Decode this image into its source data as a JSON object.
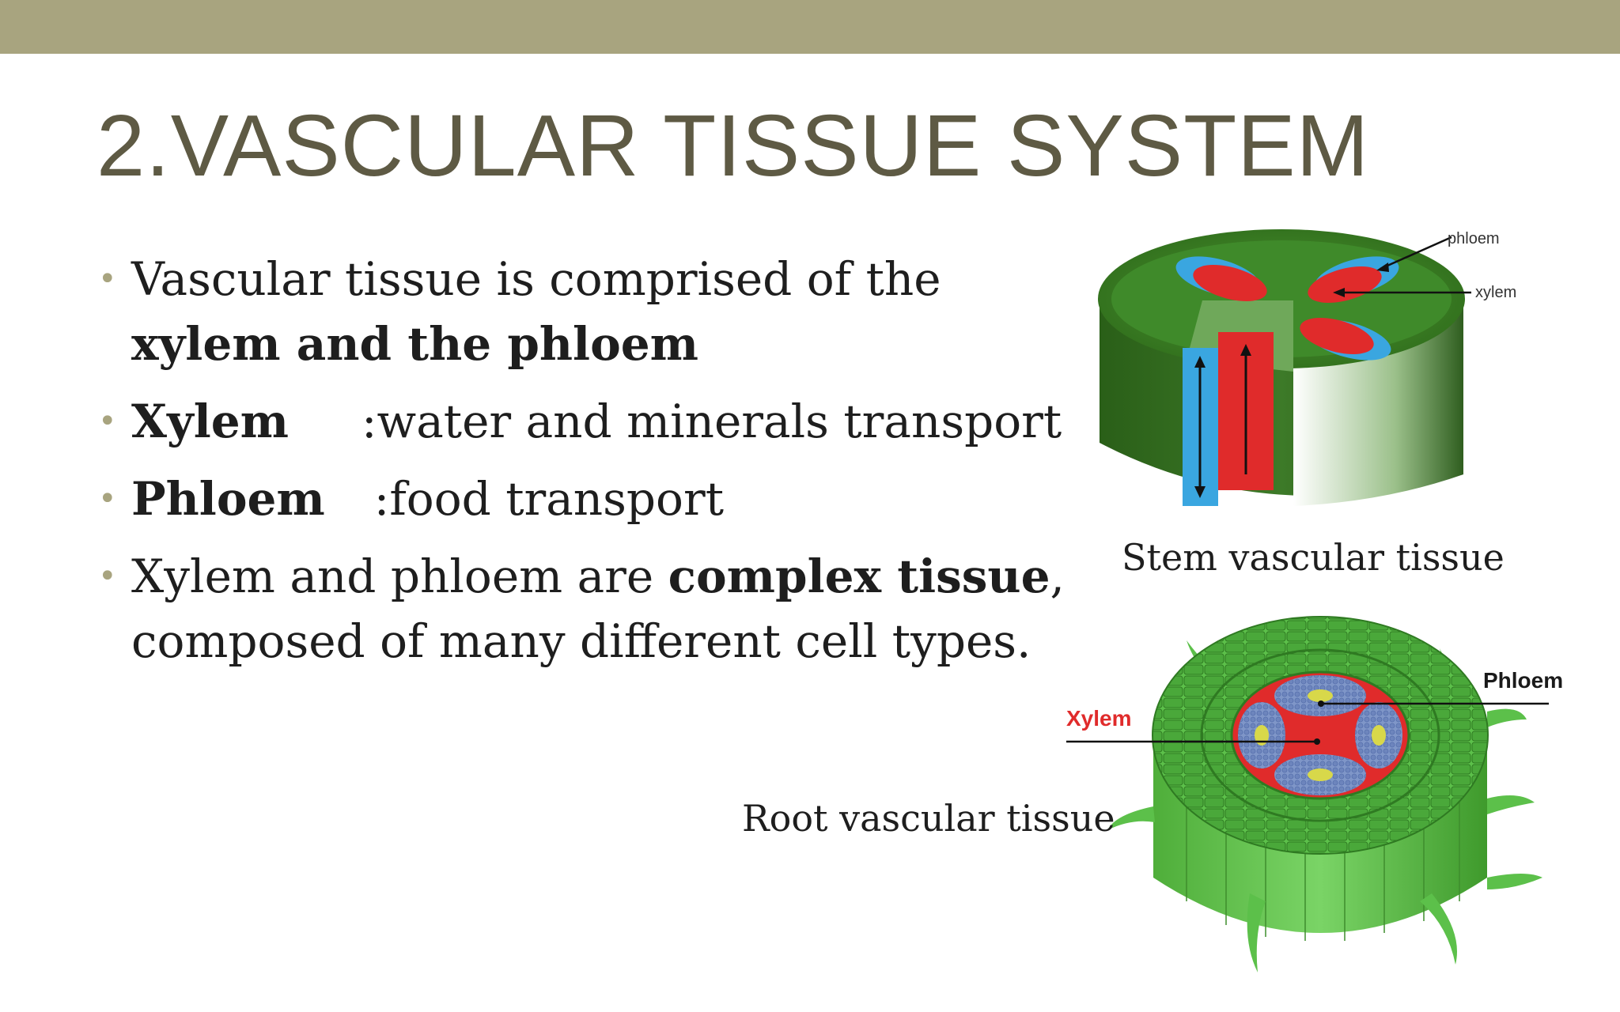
{
  "slide": {
    "title": "2.VASCULAR TISSUE SYSTEM",
    "bullets": [
      {
        "text_a": "Vascular tissue is comprised of the",
        "bold_a": "xylem and the phloem"
      },
      {
        "bold": "Xylem",
        "text": ":water and minerals transport"
      },
      {
        "bold": "Phloem",
        "text": ":food transport"
      },
      {
        "text_a": "Xylem and phloem are ",
        "bold": "complex tissue",
        "text_b": ",",
        "text_c": "composed of many different cell types."
      }
    ]
  },
  "stem_figure": {
    "caption": "Stem vascular tissue",
    "labels": {
      "phloem": "phloem",
      "xylem": "xylem"
    }
  },
  "root_figure": {
    "caption": "Root vascular tissue",
    "labels": {
      "xylem": "Xylem",
      "phloem": "Phloem"
    }
  },
  "colors": {
    "accent_bar": "#a8a47f",
    "title": "#5e5a44",
    "xylem_red": "#e02b2b",
    "phloem_blue": "#3aa6e0",
    "stem_green": "#2f6b1e",
    "root_green": "#5cc04a"
  }
}
